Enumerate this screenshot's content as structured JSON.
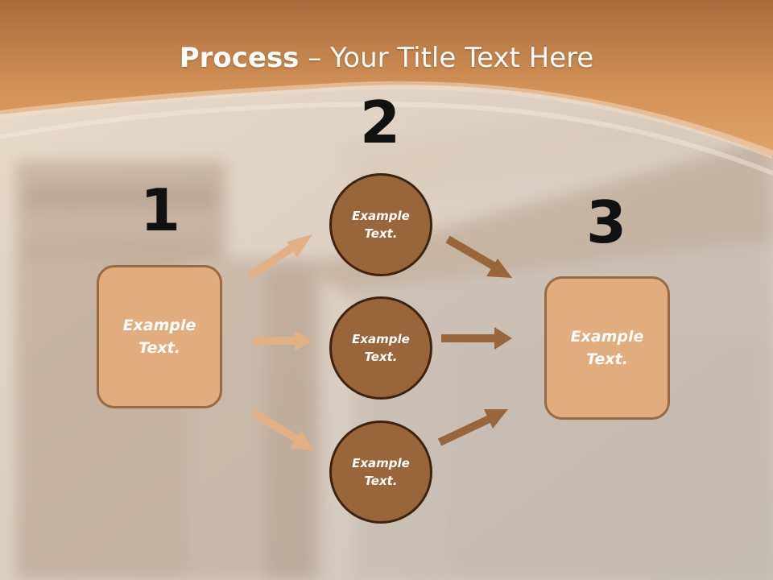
{
  "slide": {
    "title_bold": "Process",
    "title_rest": " – Your Title Text Here",
    "steps": [
      {
        "number": "1",
        "label": "Example\nText."
      },
      {
        "number": "2",
        "label": "Example\nText."
      },
      {
        "number": "3",
        "label": "Example\nText."
      }
    ],
    "circles": [
      {
        "label": "Example\nText."
      },
      {
        "label": "Example\nText."
      },
      {
        "label": "Example\nText."
      }
    ]
  },
  "colors": {
    "banner": "#d9955a",
    "box_fill": "#e1ad7f",
    "box_border": "#9a6a43",
    "circle_fill": "#98663a",
    "circle_border": "#3e2410",
    "arrow_light": "#e2b085",
    "arrow_dark": "#98663a"
  }
}
